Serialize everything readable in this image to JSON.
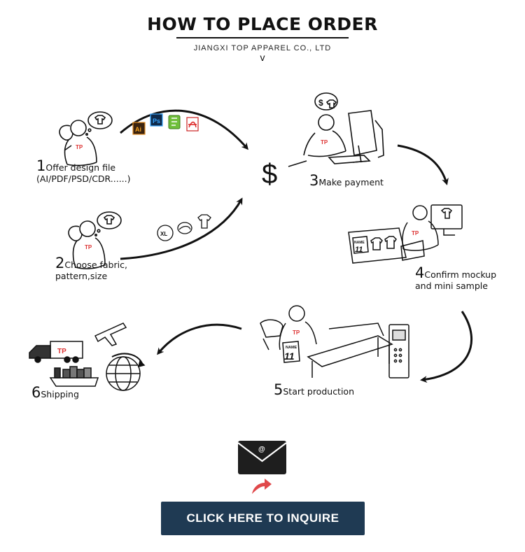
{
  "header": {
    "title": "HOW TO PLACE ORDER",
    "company": "JIANGXI TOP APPAREL CO., LTD",
    "chevron": "v"
  },
  "steps": [
    {
      "num": "1",
      "label": "Offer design file",
      "sub": "(AI/PDF/PSD/CDR......)"
    },
    {
      "num": "2",
      "label": "Choose fabric,",
      "sub": "pattern,size"
    },
    {
      "num": "3",
      "label": "Make payment"
    },
    {
      "num": "4",
      "label": "Confirm mockup",
      "sub": "and mini sample"
    },
    {
      "num": "5",
      "label": "Start production"
    },
    {
      "num": "6",
      "label": "Shipping"
    }
  ],
  "icons": {
    "ai": "Ai",
    "ps": "Ps",
    "dollar": "$",
    "xl": "XL",
    "jersey_name": "NAME",
    "jersey_number": "11",
    "email": "@"
  },
  "cta": {
    "label": "CLICK HERE TO INQUIRE"
  },
  "colors": {
    "cta_bg": "#1f3a53",
    "accent_red": "#e0484a",
    "ink": "#111111"
  }
}
